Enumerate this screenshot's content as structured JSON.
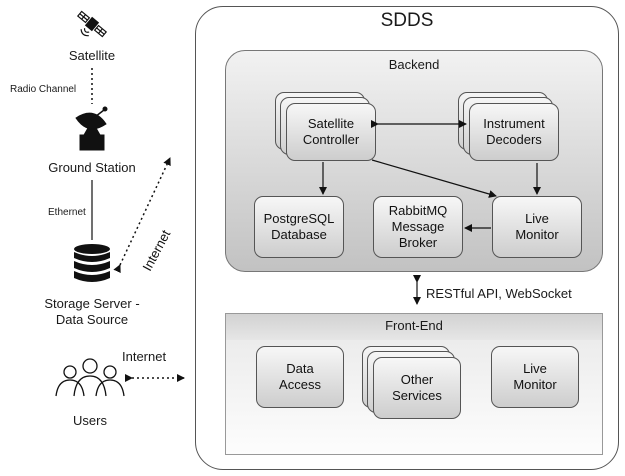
{
  "left": {
    "satellite_label": "Satellite",
    "radio_channel_label": "Radio Channel",
    "ground_station_label": "Ground Station",
    "ethernet_label": "Ethernet",
    "storage_line1": "Storage Server -",
    "storage_line2": "Data Source",
    "internet_diagonal_label": "Internet",
    "internet_users_label": "Internet",
    "users_label": "Users"
  },
  "sdds": {
    "title": "SDDS",
    "backend": {
      "title": "Backend",
      "satellite_controller": [
        "Satellite",
        "Controller"
      ],
      "instrument_decoders": [
        "Instrument",
        "Decoders"
      ],
      "postgres": [
        "PostgreSQL",
        "Database"
      ],
      "rabbitmq": [
        "RabbitMQ",
        "Message",
        "Broker"
      ],
      "live_monitor": [
        "Live",
        "Monitor"
      ]
    },
    "api_label": "RESTful API, WebSocket",
    "frontend": {
      "title": "Front-End",
      "data_access": [
        "Data",
        "Access"
      ],
      "other_services": [
        "Other",
        "Services"
      ],
      "live_monitor": [
        "Live",
        "Monitor"
      ]
    }
  },
  "colors": {
    "panel_border": "#555555",
    "card_top": "#f7f7f7",
    "card_bottom": "#cdcdcd",
    "frontend_header": "#d4d4d4"
  }
}
